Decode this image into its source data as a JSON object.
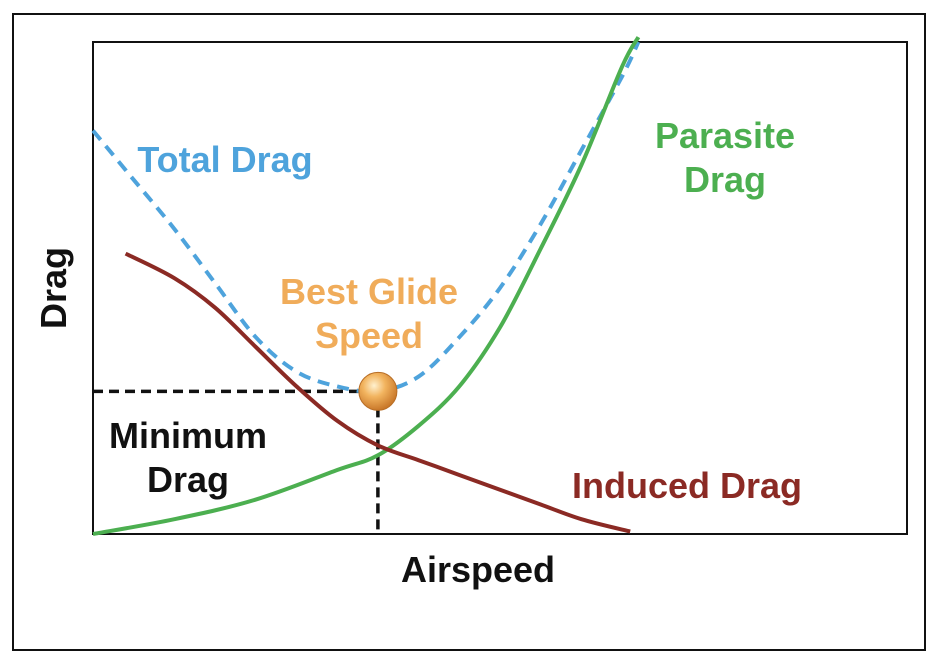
{
  "chart_data": {
    "type": "line",
    "title": "",
    "xlabel": "Airspeed",
    "ylabel": "Drag",
    "xlim": [
      0,
      10
    ],
    "ylim": [
      0,
      10
    ],
    "grid": false,
    "legend": "none",
    "series": [
      {
        "name": "Total Drag",
        "style": "dashed",
        "color": "#4ea3dc",
        "x": [
          0,
          0.5,
          1,
          1.5,
          2,
          2.5,
          3,
          3.5,
          4,
          4.5,
          5,
          5.5,
          6,
          6.5,
          6.7
        ],
        "y": [
          8.2,
          7.2,
          6.2,
          5.1,
          4.0,
          3.3,
          3.0,
          2.9,
          3.2,
          4.0,
          5.0,
          6.3,
          7.8,
          9.3,
          10.0
        ]
      },
      {
        "name": "Parasite Drag",
        "style": "solid",
        "color": "#4caf50",
        "x": [
          0,
          1,
          2,
          3,
          3.5,
          4,
          4.5,
          5,
          5.5,
          6,
          6.5,
          6.7
        ],
        "y": [
          0.0,
          0.3,
          0.7,
          1.3,
          1.6,
          2.2,
          3.0,
          4.2,
          5.8,
          7.5,
          9.5,
          10.1
        ]
      },
      {
        "name": "Induced Drag",
        "style": "solid",
        "color": "#8b2a24",
        "x": [
          0.4,
          1,
          1.5,
          2,
          2.5,
          3,
          3.5,
          4,
          4.5,
          5,
          5.5,
          6,
          6.6
        ],
        "y": [
          5.7,
          5.2,
          4.6,
          3.8,
          3.0,
          2.3,
          1.8,
          1.5,
          1.2,
          0.9,
          0.6,
          0.3,
          0.05
        ]
      }
    ],
    "annotations": [
      {
        "text_lines": [
          "Total Drag"
        ],
        "color": "#4ea3dc"
      },
      {
        "text_lines": [
          "Parasite",
          "Drag"
        ],
        "color": "#4caf50"
      },
      {
        "text_lines": [
          "Induced Drag"
        ],
        "color": "#8b2a24"
      },
      {
        "text_lines": [
          "Best Glide",
          "Speed"
        ],
        "color": "#f0ac5a"
      },
      {
        "text_lines": [
          "Minimum",
          "Drag"
        ],
        "color": "#111111"
      }
    ],
    "best_glide_point": {
      "x": 3.5,
      "y": 2.9
    },
    "intersection_point": {
      "x": 3.5,
      "y": 1.6
    }
  }
}
